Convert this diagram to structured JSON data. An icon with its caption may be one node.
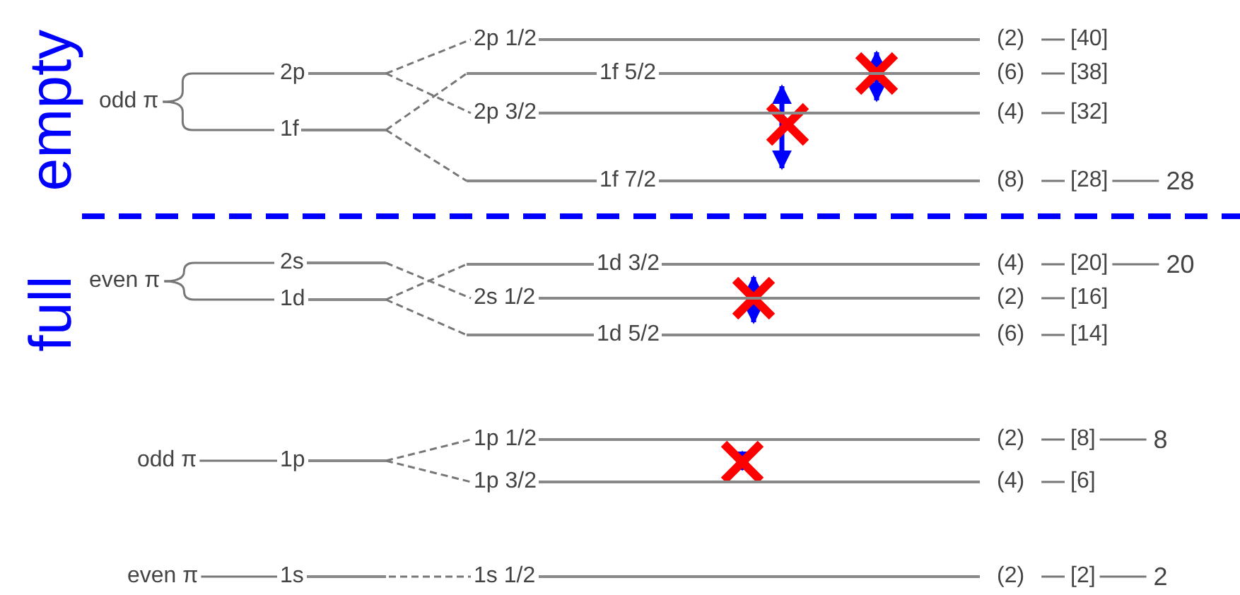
{
  "diagram": {
    "nodes": [
      {
        "text": [
          "odd π"
        ]
      },
      {
        "text": [
          "2p"
        ]
      },
      {
        "text": [
          "1f"
        ]
      },
      {
        "text": [
          "2p 1/2"
        ],
        "beside": [
          "(2)",
          "[40]"
        ]
      },
      {
        "text": [
          "1f 5/2"
        ],
        "beside": [
          "(6)",
          "[38]"
        ]
      },
      {
        "text": [
          "2p 3/2"
        ],
        "beside": [
          "(4)",
          "[32]"
        ]
      },
      {
        "text": [
          "1f 7/2"
        ],
        "beside": [
          "(8)",
          "[28]",
          "28"
        ]
      },
      {
        "text": [
          "even π"
        ]
      },
      {
        "text": [
          "2s"
        ]
      },
      {
        "text": [
          "1d"
        ]
      },
      {
        "text": [
          "1d 3/2"
        ],
        "beside": [
          "(4)",
          "[20]",
          "20"
        ]
      },
      {
        "text": [
          "2s 1/2"
        ],
        "beside": [
          "(2)",
          "[16]"
        ]
      },
      {
        "text": [
          "1d 5/2"
        ],
        "beside": [
          "(6)",
          "[14]"
        ]
      },
      {
        "text": [
          "odd π"
        ]
      },
      {
        "text": [
          "1p"
        ]
      },
      {
        "text": [
          "1p 1/2"
        ],
        "beside": [
          "(2)",
          "[8]",
          "8"
        ]
      },
      {
        "text": [
          "1p 3/2"
        ],
        "beside": [
          "(4)",
          "[6]"
        ]
      },
      {
        "text": [
          "even π"
        ]
      },
      {
        "text": [
          "1s"
        ]
      },
      {
        "text": [
          "1s 1/2"
        ],
        "beside": [
          "(2)",
          "[2]",
          "2"
        ]
      }
    ],
    "edges": [
      {
        "from": 0,
        "to": 1,
        "arrow": "none"
      },
      {
        "from": 0,
        "to": 2,
        "arrow": "none"
      },
      {
        "from": 1,
        "to": 3,
        "arrow": "none",
        "style": "dashed"
      },
      {
        "from": 1,
        "to": 5,
        "arrow": "none",
        "style": "dashed"
      },
      {
        "from": 2,
        "to": 4,
        "arrow": "none",
        "style": "dashed"
      },
      {
        "from": 2,
        "to": 6,
        "arrow": "none",
        "style": "dashed"
      },
      {
        "from": 3,
        "to": 5,
        "arrow": "both",
        "style": "thick",
        "color": "#0000ff"
      },
      {
        "from": 4,
        "to": 6,
        "arrow": "both",
        "style": "thick",
        "color": "#0000ff"
      },
      {
        "from": 7,
        "to": 8,
        "arrow": "none"
      },
      {
        "from": 7,
        "to": 9,
        "arrow": "none"
      },
      {
        "from": 8,
        "to": 11,
        "arrow": "none",
        "style": "dashed"
      },
      {
        "from": 9,
        "to": 10,
        "arrow": "none",
        "style": "dashed"
      },
      {
        "from": 9,
        "to": 12,
        "arrow": "none",
        "style": "dashed"
      },
      {
        "from": 10,
        "to": 12,
        "arrow": "both",
        "style": "thick",
        "color": "#0000ff"
      },
      {
        "from": 13,
        "to": 14,
        "arrow": "none"
      },
      {
        "from": 14,
        "to": 15,
        "arrow": "none",
        "style": "dashed"
      },
      {
        "from": 14,
        "to": 16,
        "arrow": "none",
        "style": "dashed"
      },
      {
        "from": 15,
        "to": 16,
        "arrow": "both",
        "style": "thick",
        "color": "#0000ff"
      },
      {
        "from": 17,
        "to": 18,
        "arrow": "none"
      },
      {
        "from": 18,
        "to": 19,
        "arrow": "none",
        "style": "dashed"
      }
    ],
    "labels": [
      "empty",
      "full"
    ]
  }
}
